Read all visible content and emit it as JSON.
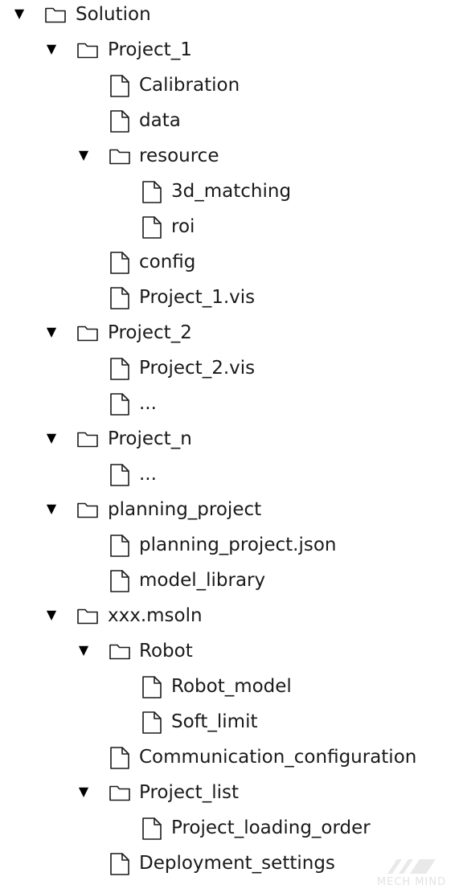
{
  "tree": {
    "nodes": [
      {
        "type": "folder",
        "depth": 0,
        "label": "Solution"
      },
      {
        "type": "folder",
        "depth": 1,
        "label": "Project_1"
      },
      {
        "type": "file",
        "depth": 2,
        "label": "Calibration"
      },
      {
        "type": "file",
        "depth": 2,
        "label": "data"
      },
      {
        "type": "folder",
        "depth": 2,
        "label": "resource"
      },
      {
        "type": "file",
        "depth": 3,
        "label": "3d_matching"
      },
      {
        "type": "file",
        "depth": 3,
        "label": "roi"
      },
      {
        "type": "file",
        "depth": 2,
        "label": "config"
      },
      {
        "type": "file",
        "depth": 2,
        "label": "Project_1.vis"
      },
      {
        "type": "folder",
        "depth": 1,
        "label": "Project_2"
      },
      {
        "type": "file",
        "depth": 2,
        "label": "Project_2.vis"
      },
      {
        "type": "file",
        "depth": 2,
        "label": "..."
      },
      {
        "type": "folder",
        "depth": 1,
        "label": "Project_n"
      },
      {
        "type": "file",
        "depth": 2,
        "label": "..."
      },
      {
        "type": "folder",
        "depth": 1,
        "label": "planning_project"
      },
      {
        "type": "file",
        "depth": 2,
        "label": "planning_project.json"
      },
      {
        "type": "file",
        "depth": 2,
        "label": "model_library"
      },
      {
        "type": "folder",
        "depth": 1,
        "label": "xxx.msoln"
      },
      {
        "type": "folder",
        "depth": 2,
        "label": "Robot"
      },
      {
        "type": "file",
        "depth": 3,
        "label": "Robot_model"
      },
      {
        "type": "file",
        "depth": 3,
        "label": "Soft_limit"
      },
      {
        "type": "file",
        "depth": 2,
        "label": "Communication_configuration"
      },
      {
        "type": "folder",
        "depth": 2,
        "label": "Project_list"
      },
      {
        "type": "file",
        "depth": 3,
        "label": "Project_loading_order"
      },
      {
        "type": "file",
        "depth": 2,
        "label": "Deployment_settings"
      }
    ],
    "expanded_glyph": "▼",
    "folder_icon": "folder-icon",
    "file_icon": "file-icon"
  },
  "watermark": {
    "text": "MECH MIND"
  }
}
